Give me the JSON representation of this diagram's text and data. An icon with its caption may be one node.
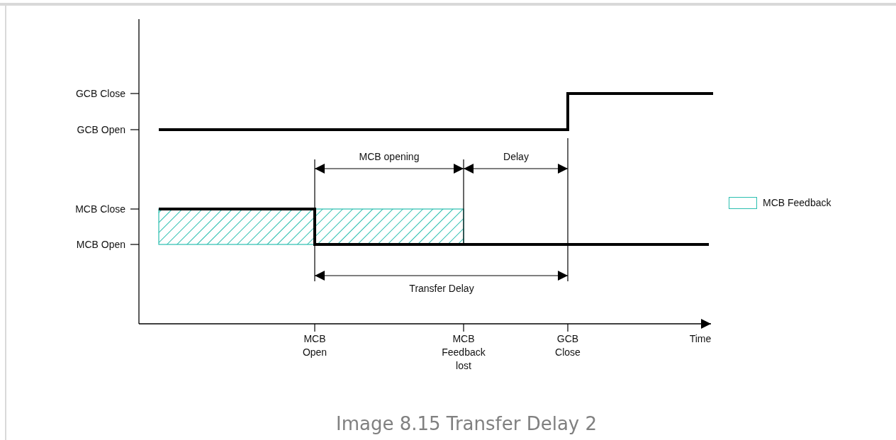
{
  "diagram": {
    "caption": "Image 8.15 Transfer Delay 2",
    "labels": [
      "GCB Close",
      "GCB Open",
      "MCB opening",
      "Delay",
      "MCB Close",
      "MCB Open",
      "Transfer Delay",
      "MCB Open",
      "MCB Feedback lost",
      "GCB Close",
      "Time"
    ],
    "legend": [
      {
        "text": "MCB Feedback",
        "color": "#2bbfb0"
      }
    ]
  }
}
